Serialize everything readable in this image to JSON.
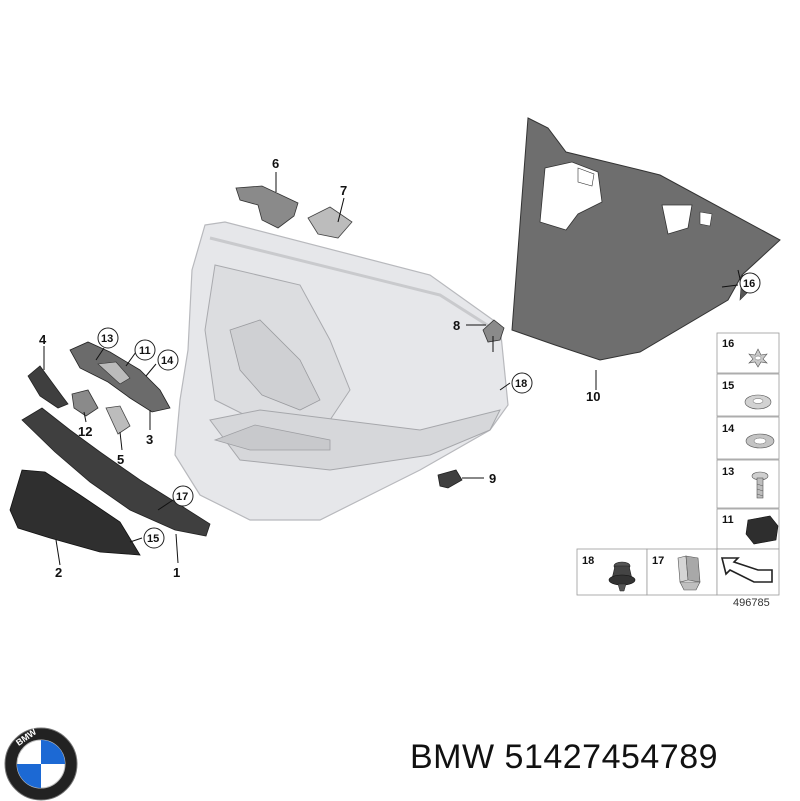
{
  "callouts": {
    "c1": "1",
    "c2": "2",
    "c3": "3",
    "c4": "4",
    "c5": "5",
    "c6": "6",
    "c7": "7",
    "c8": "8",
    "c9": "9",
    "c10": "10",
    "c11": "11",
    "c12": "12",
    "c13": "13",
    "c14": "14",
    "c15": "15",
    "c16": "16",
    "c17": "17",
    "c18": "18"
  },
  "parts_box": {
    "right_column": [
      "16",
      "15",
      "14",
      "13",
      "11"
    ],
    "bottom_row": [
      "18",
      "17"
    ]
  },
  "reference_code": "496785",
  "brand": "BMW 51427454789",
  "logo_text": "BMW",
  "colors": {
    "part_dark": "#3f3f3f",
    "part_grey": "#8a8a8a",
    "door_panel": "#e6e7ea"
  }
}
